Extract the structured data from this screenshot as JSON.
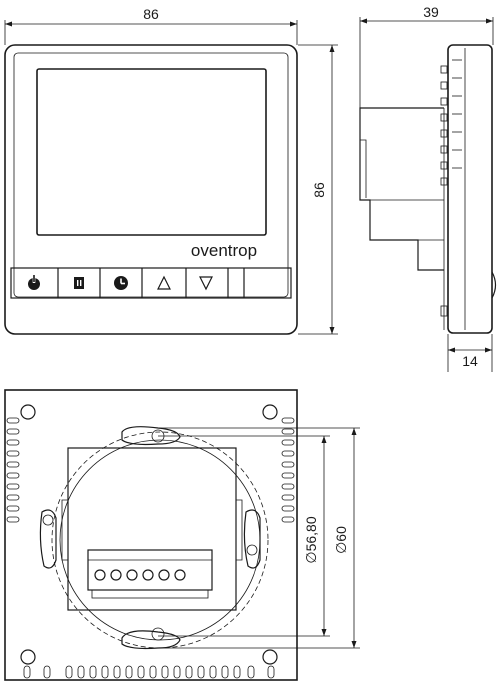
{
  "front_view": {
    "width_label": "86",
    "height_label": "86",
    "brand": "oventrop",
    "buttons": [
      {
        "name": "power-button",
        "icon": "power-icon"
      },
      {
        "name": "mode-button",
        "icon": "manual-mode-icon"
      },
      {
        "name": "clock-button",
        "icon": "clock-icon"
      },
      {
        "name": "up-button",
        "icon": "triangle-up-icon"
      },
      {
        "name": "down-button",
        "icon": "triangle-down-icon"
      }
    ]
  },
  "side_view": {
    "depth_label": "39",
    "front_depth_label": "14"
  },
  "rear_view": {
    "inner_diameter_label": "∅56,80",
    "outer_diameter_label": "∅60",
    "terminal_count": 6
  }
}
